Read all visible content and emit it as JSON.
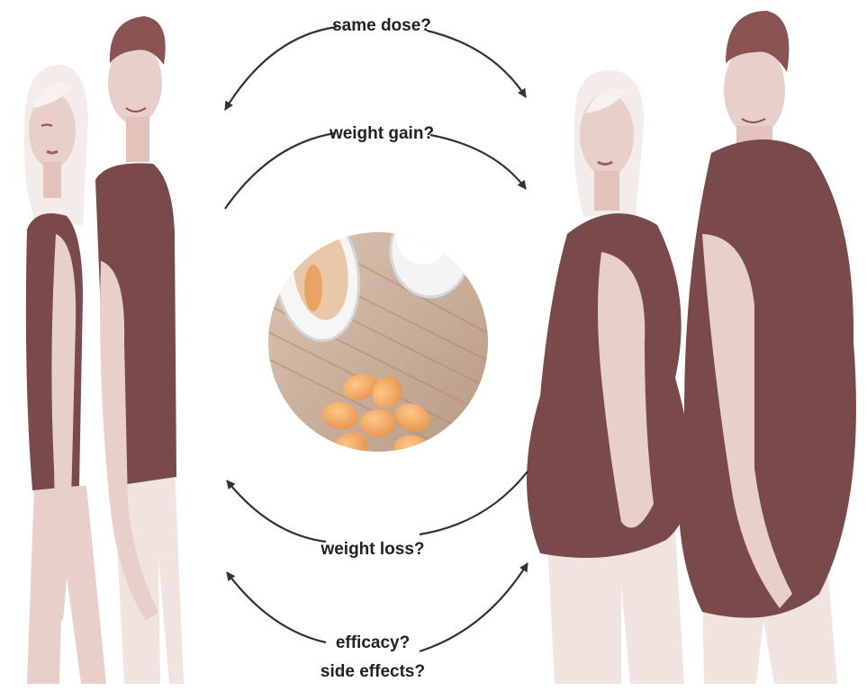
{
  "labels": {
    "same_dose": "same dose?",
    "weight_gain": "weight gain?",
    "weight_loss": "weight loss?",
    "efficacy": "efficacy?",
    "side_effects": "side effects?"
  },
  "colors": {
    "shirt": "#7a4a4a",
    "skin": "#e9cfc9",
    "skin_shade": "#dcbab3",
    "hair_man": "#8a5250",
    "hair_woman": "#f3ecea",
    "pants": "#f1e3e0",
    "table": "#c9ad98",
    "pill": "#f0a865",
    "arrow": "#333333"
  },
  "icons": [
    "pill-bottle-icon",
    "pills-icon"
  ]
}
